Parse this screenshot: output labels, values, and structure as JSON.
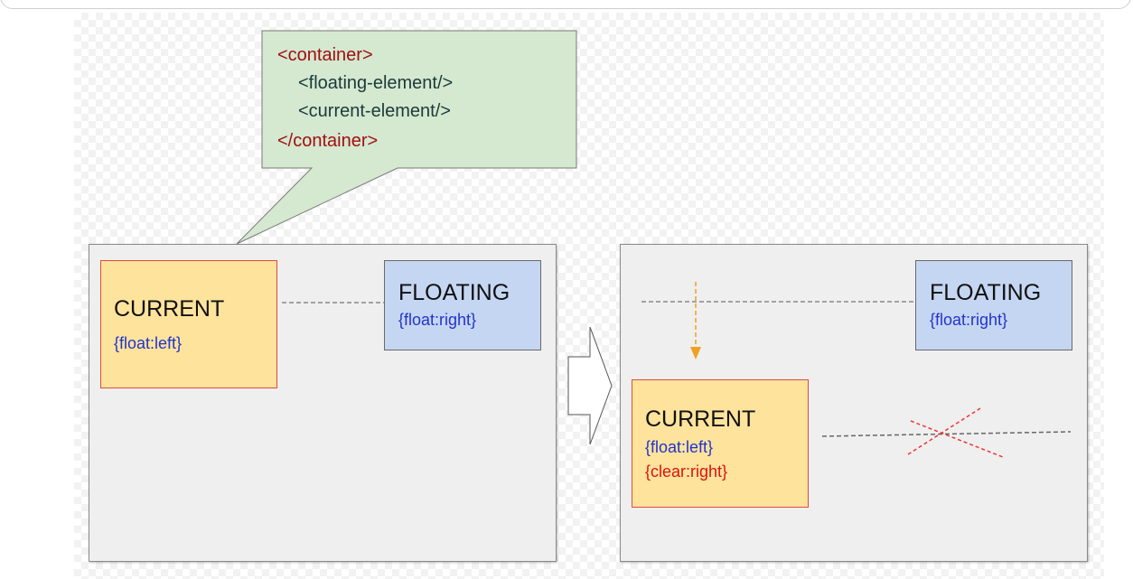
{
  "callout": {
    "lines": [
      "<container>",
      "<floating-element/>",
      "<current-element/>",
      "</container>"
    ]
  },
  "left_panel": {
    "current_title": "CURRENT",
    "current_prop": "{float:left}",
    "floating_title": "FLOATING",
    "floating_prop": "{float:right}"
  },
  "right_panel": {
    "current_title": "CURRENT",
    "current_prop1": "{float:left}",
    "current_prop2": "{clear:right}",
    "floating_title": "FLOATING",
    "floating_prop": "{float:right}"
  },
  "colors": {
    "tag_color": "#a01010",
    "code_text": "#1a3a3a",
    "current_fill": "#fde39c",
    "floating_fill": "#c5d6f2",
    "callout_fill": "#d5e8d0",
    "arrow_orange": "#f0a020",
    "cross_red": "#ee3333"
  }
}
